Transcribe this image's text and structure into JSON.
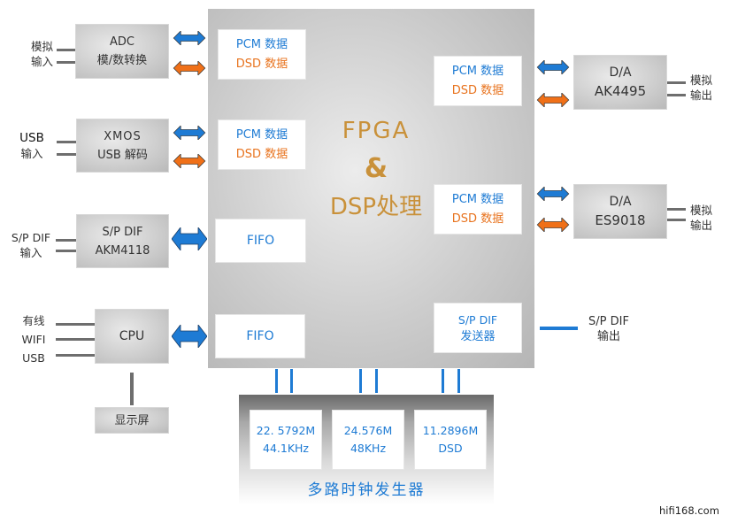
{
  "colors": {
    "pcm_blue": "#1e7bd4",
    "dsd_orange": "#e8731e",
    "fpga_gold": "#c9913a",
    "line_gray": "#6e6e6e"
  },
  "left_inputs": {
    "adc": {
      "in_label_1": "模拟",
      "in_label_2": "输入",
      "title": "ADC",
      "subtitle": "模/数转换"
    },
    "xmos": {
      "in_label_1": "USB",
      "in_label_2": "输入",
      "title": "XMOS",
      "subtitle": "USB 解码"
    },
    "spdif_in": {
      "in_label_1": "S/P DIF",
      "in_label_2": "输入",
      "title": "S/P DIF",
      "subtitle": "AKM4118"
    },
    "cpu": {
      "in_labels": [
        "有线",
        "WIFI",
        "USB"
      ],
      "title": "CPU"
    },
    "display": {
      "title": "显示屏"
    }
  },
  "fpga": {
    "title_1": "FPGA",
    "title_2": "&",
    "title_3": "DSP处理",
    "left_ports": [
      {
        "pcm": "PCM 数据",
        "dsd": "DSD 数据"
      },
      {
        "pcm": "PCM 数据",
        "dsd": "DSD 数据"
      },
      {
        "label": "FIFO"
      },
      {
        "label": "FIFO"
      }
    ],
    "right_ports": [
      {
        "pcm": "PCM 数据",
        "dsd": "DSD 数据"
      },
      {
        "pcm": "PCM 数据",
        "dsd": "DSD 数据"
      },
      {
        "line1": "S/P DIF",
        "line2": "发送器"
      }
    ]
  },
  "right_outputs": {
    "dac1": {
      "title": "D/A",
      "subtitle": "AK4495",
      "out_label_1": "模拟",
      "out_label_2": "输出"
    },
    "dac2": {
      "title": "D/A",
      "subtitle": "ES9018",
      "out_label_1": "模拟",
      "out_label_2": "输出"
    },
    "spdif_out": {
      "label_1": "S/P DIF",
      "label_2": "输出"
    }
  },
  "clock": {
    "title": "多路时钟发生器",
    "channels": [
      {
        "freq": "22. 5792M",
        "rate": "44.1KHz"
      },
      {
        "freq": "24.576M",
        "rate": "48KHz"
      },
      {
        "freq": "11.2896M",
        "rate": "DSD"
      }
    ]
  },
  "watermark": "hifi168.com"
}
